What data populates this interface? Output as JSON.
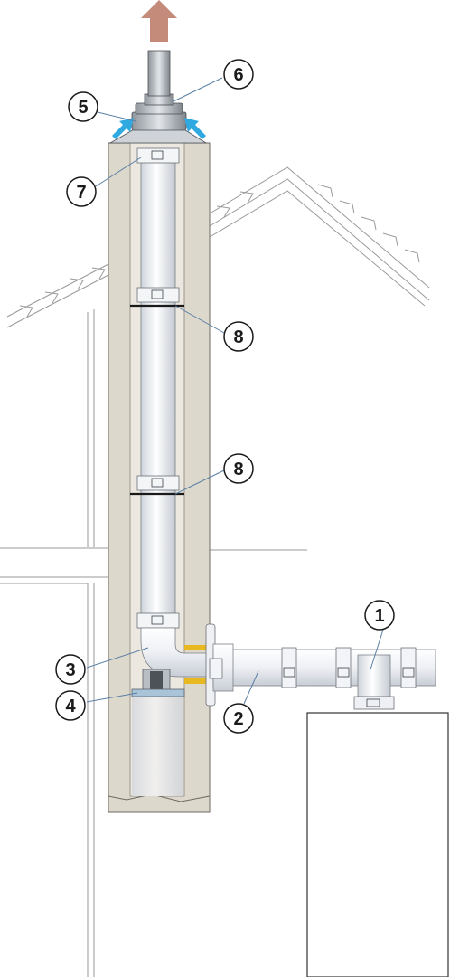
{
  "callouts": [
    {
      "id": "c1",
      "label": "1"
    },
    {
      "id": "c2",
      "label": "2"
    },
    {
      "id": "c3",
      "label": "3"
    },
    {
      "id": "c4",
      "label": "4"
    },
    {
      "id": "c5",
      "label": "5"
    },
    {
      "id": "c6",
      "label": "6"
    },
    {
      "id": "c7",
      "label": "7"
    },
    {
      "id": "c8a",
      "label": "8"
    },
    {
      "id": "c8b",
      "label": "8"
    }
  ],
  "colors": {
    "chimney": "#ddd8cc",
    "flue_pipe": "#e6e9ee",
    "exhaust_arrow": "#c48a7a",
    "intake_arrow": "#2fa9e0",
    "seal": "#e8b820",
    "outline": "#555555"
  },
  "icons": {
    "exhaust": "up-arrow-icon",
    "intake": "diagonal-arrow-icon"
  }
}
